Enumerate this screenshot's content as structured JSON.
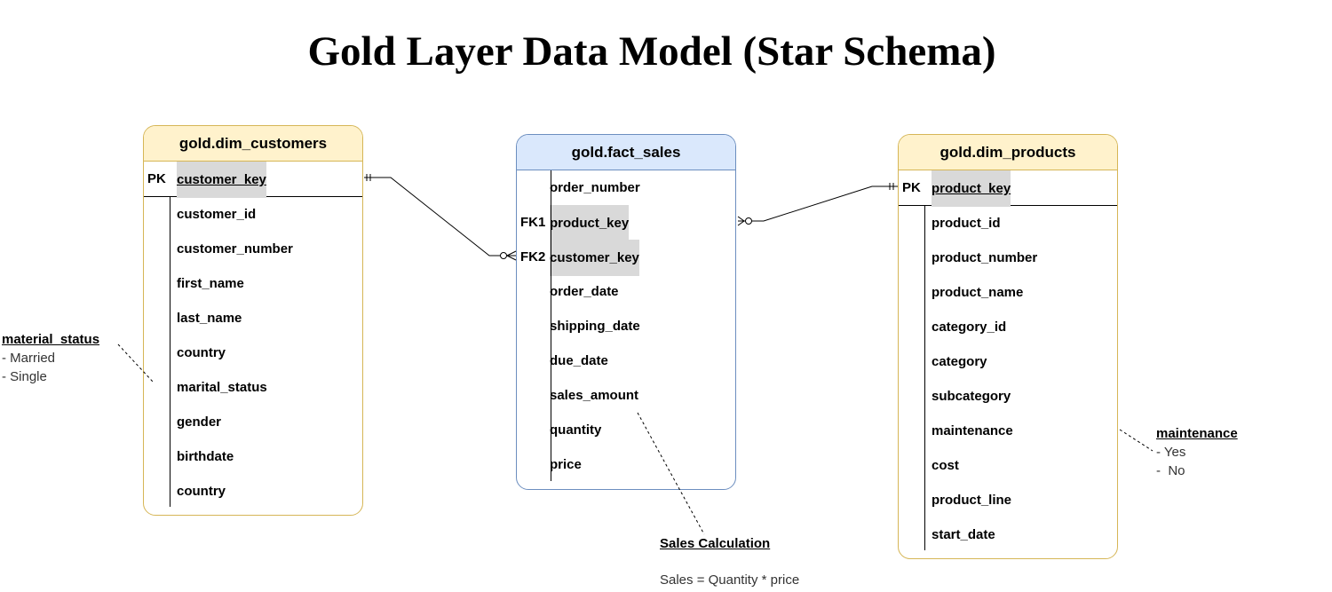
{
  "title": "Gold Layer Data Model (Star Schema)",
  "tables": {
    "customers": {
      "name": "gold.dim_customers",
      "rows": [
        {
          "key": "PK",
          "attr": "customer_key"
        },
        {
          "key": "",
          "attr": "customer_id"
        },
        {
          "key": "",
          "attr": "customer_number"
        },
        {
          "key": "",
          "attr": "first_name"
        },
        {
          "key": "",
          "attr": "last_name"
        },
        {
          "key": "",
          "attr": "country"
        },
        {
          "key": "",
          "attr": "marital_status"
        },
        {
          "key": "",
          "attr": "gender"
        },
        {
          "key": "",
          "attr": "birthdate"
        },
        {
          "key": "",
          "attr": "country"
        }
      ]
    },
    "sales": {
      "name": "gold.fact_sales",
      "rows": [
        {
          "key": "",
          "attr": "order_number"
        },
        {
          "key": "FK1",
          "attr": "product_key"
        },
        {
          "key": "FK2",
          "attr": "customer_key"
        },
        {
          "key": "",
          "attr": "order_date"
        },
        {
          "key": "",
          "attr": "shipping_date"
        },
        {
          "key": "",
          "attr": "due_date"
        },
        {
          "key": "",
          "attr": "sales_amount"
        },
        {
          "key": "",
          "attr": "quantity"
        },
        {
          "key": "",
          "attr": "price"
        }
      ]
    },
    "products": {
      "name": "gold.dim_products",
      "rows": [
        {
          "key": "PK",
          "attr": "product_key"
        },
        {
          "key": "",
          "attr": "product_id"
        },
        {
          "key": "",
          "attr": "product_number"
        },
        {
          "key": "",
          "attr": "product_name"
        },
        {
          "key": "",
          "attr": "category_id"
        },
        {
          "key": "",
          "attr": "category"
        },
        {
          "key": "",
          "attr": "subcategory"
        },
        {
          "key": "",
          "attr": "maintenance"
        },
        {
          "key": "",
          "attr": "cost"
        },
        {
          "key": "",
          "attr": "product_line"
        },
        {
          "key": "",
          "attr": "start_date"
        }
      ]
    }
  },
  "notes": {
    "marital": {
      "title": "material_status",
      "lines": [
        "- Married",
        "- Single"
      ]
    },
    "maintenance": {
      "title": "maintenance",
      "lines": [
        "- Yes",
        "-  No"
      ]
    },
    "sales_calc": {
      "title": "Sales Calculation",
      "formula": "Sales = Quantity * price"
    }
  },
  "colors": {
    "dim_header": "#fff2cc",
    "dim_border": "#d6b656",
    "fact_header": "#dae8fc",
    "fact_border": "#6c8ebf",
    "key_highlight": "#d9d9d9"
  }
}
